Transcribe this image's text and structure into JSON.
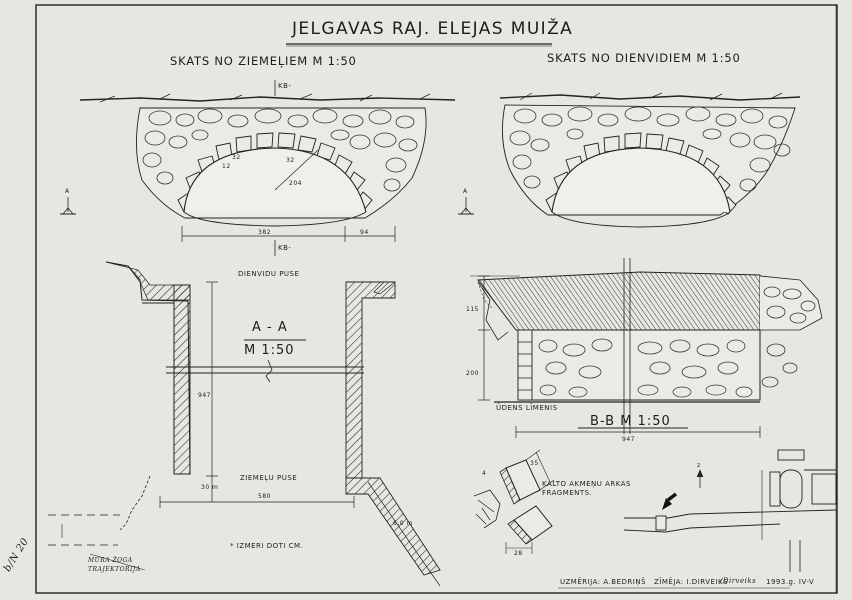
{
  "title": "JELGAVAS RAJ. ELEJAS MUIŽA",
  "views": {
    "north": "SKATS NO ZIEMEĻIEM  M 1:50",
    "south": "SKATS NO DIENVIDIEM   M 1:50"
  },
  "section_marks": {
    "kb": "KB-",
    "a": "A"
  },
  "north_dims": {
    "d1": "12",
    "d2": "32",
    "d3": "32",
    "radius": "204",
    "span": "382",
    "right": "94"
  },
  "plan": {
    "south_side": "DIENVIDU PUSE",
    "north_side": "ZIEMEĻU PUSE",
    "section": "A - A",
    "scale": "M 1:50",
    "length": "947",
    "width": "580",
    "depth": "30 m",
    "diag": "6,0 m",
    "note": "* IZMERI DOTI CM.",
    "trajectory": "MŪRA ŽOGA TRAJEKTORIJA"
  },
  "section_bb": {
    "label": "B-B  M 1:50",
    "h1": "115",
    "h2": "200",
    "water": "ŪDENS LĪMENIS",
    "length": "947"
  },
  "fragments": {
    "label": "KALTO AKMEŅU ARKAS FRAGMENTS.",
    "d1": "35",
    "d2": "28",
    "d3": "4"
  },
  "north_arrow": "z",
  "credits": {
    "measured": "UZMĒRIJA: A.BEDRIŅŠ",
    "drawn": "ZĪMĒJA: I.DIRVEIKS",
    "signature": "/Dirveiks",
    "date": "1993.g. IV-V"
  },
  "margin_note": "b/N 20"
}
